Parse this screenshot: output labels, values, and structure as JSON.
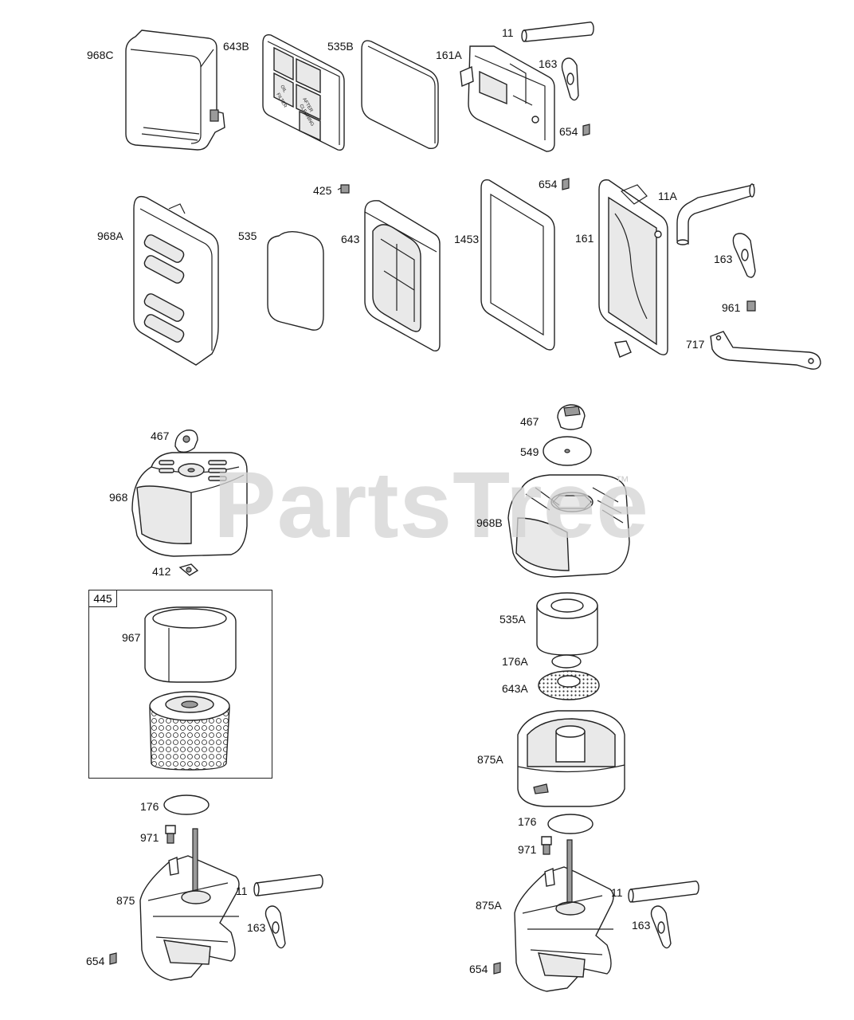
{
  "watermark": "PartsTree",
  "trademark": "™",
  "kit_label": "445",
  "labels": {
    "l968C": "968C",
    "l643B": "643B",
    "l535B": "535B",
    "l161A": "161A",
    "l11_top": "11",
    "l163_top": "163",
    "l654_top": "654",
    "l968A": "968A",
    "l535": "535",
    "l425": "425",
    "l643": "643",
    "l1453": "1453",
    "l654_mid": "654",
    "l161": "161",
    "l11A": "11A",
    "l163_mid": "163",
    "l961": "961",
    "l717": "717",
    "l467_left": "467",
    "l968": "968",
    "l412": "412",
    "l967": "967",
    "l176_left": "176",
    "l971_left": "971",
    "l875": "875",
    "l11_left": "11",
    "l163_left": "163",
    "l654_left": "654",
    "l467_right": "467",
    "l549": "549",
    "l968B": "968B",
    "l535A": "535A",
    "l176A": "176A",
    "l643A": "643A",
    "l875A_upper": "875A",
    "l176_right": "176",
    "l971_right": "971",
    "l875A_lower": "875A",
    "l11_right": "11",
    "l163_right": "163",
    "l654_right": "654"
  },
  "filter_text": {
    "oil": "OIL",
    "filter": "FILTER",
    "after": "AFTER",
    "cleaning": "CLEANING"
  }
}
